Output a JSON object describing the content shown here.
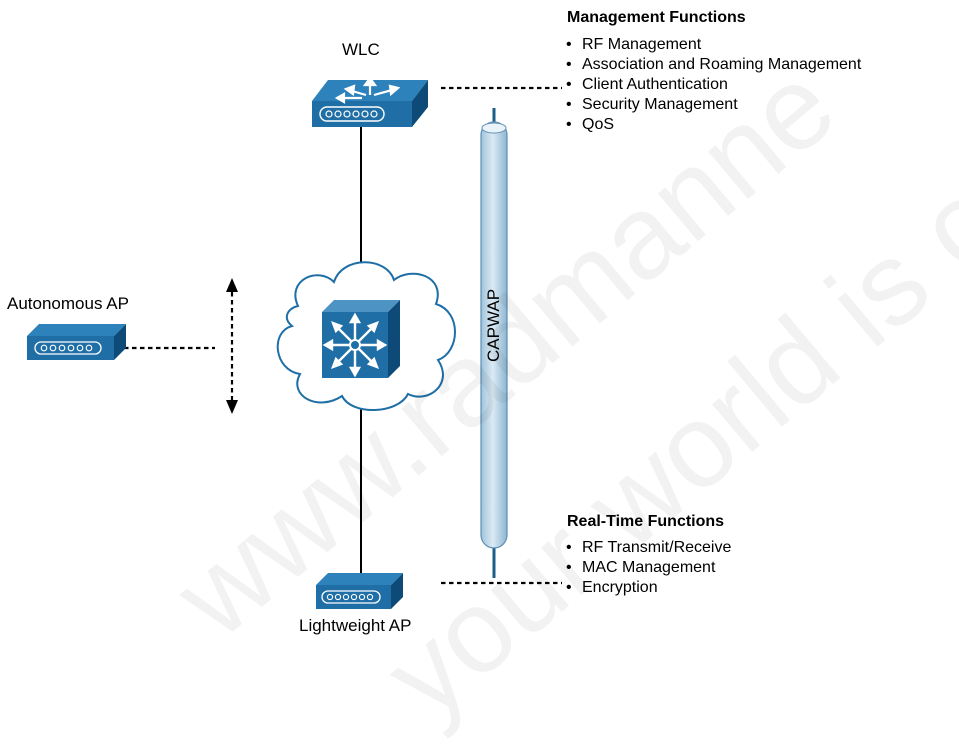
{
  "devices": {
    "wlc_label": "WLC",
    "autonomous_ap_label": "Autonomous AP",
    "lightweight_ap_label": "Lightweight AP"
  },
  "tunnel": {
    "label": "CAPWAP"
  },
  "management": {
    "title": "Management Functions",
    "items": [
      "RF Management",
      "Association and Roaming Management",
      "Client Authentication",
      "Security Management",
      "QoS"
    ]
  },
  "realtime": {
    "title": "Real-Time Functions",
    "items": [
      "RF Transmit/Receive",
      "MAC Management",
      "Encryption"
    ]
  },
  "watermark": {
    "line1": "www.radmanne",
    "line2": "your world is co"
  },
  "colors": {
    "device_blue": "#1f6fa6",
    "device_dark": "#0d4a78",
    "tunnel": "#c3dcec",
    "tunnel_edge": "#6d9dbd"
  }
}
